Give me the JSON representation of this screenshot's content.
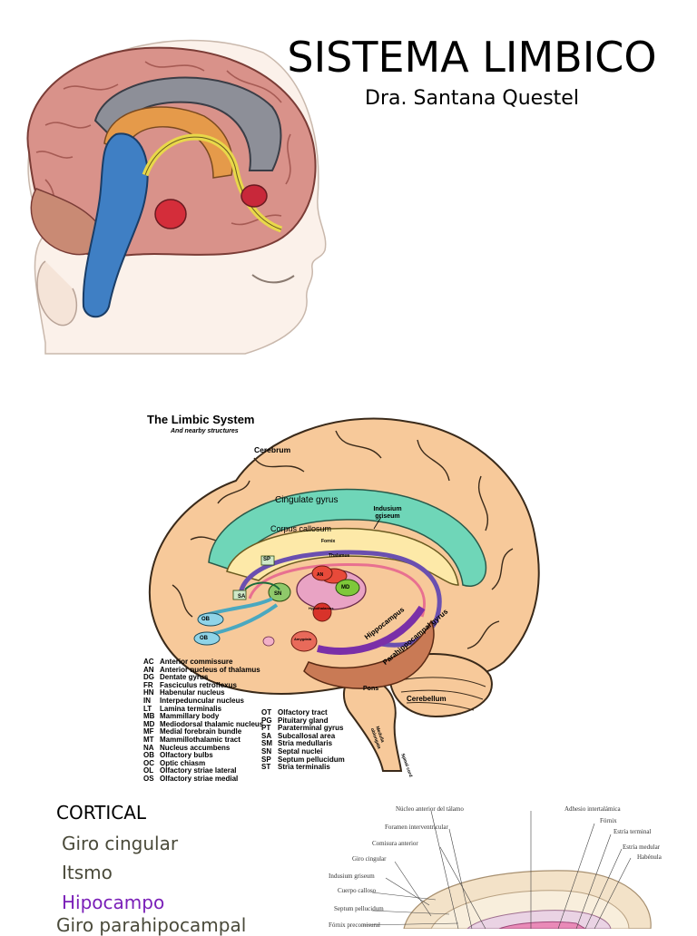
{
  "header": {
    "title": "SISTEMA LIMBICO",
    "subtitle": "Dra. Santana Questel"
  },
  "figure2": {
    "title": "The Limbic System",
    "subtitle": "And nearby structures",
    "labels": {
      "cerebrum": "Cerebrum",
      "cingulate": "Cingulate gyrus",
      "indusium": "Indusium griseum",
      "corpus": "Corpus callosum",
      "fornix": "Fornix",
      "thalamus": "Thalamus",
      "hippocampus": "Hippocampus",
      "parahippocampal": "Parahippocampal gyrus",
      "cerebellum": "Cerebellum",
      "pons": "Pons",
      "medulla": "Medulla oblongata",
      "spinal": "Spinal cord",
      "ob1": "OB",
      "ob2": "OB",
      "sa": "SA",
      "sp": "SP",
      "sn": "SN",
      "md": "MD",
      "an": "AN",
      "amygdala": "Amygdala",
      "hypothalamus": "Hypothalamus"
    },
    "legend_left": [
      {
        "ab": "AC",
        "nm": "Anterior commissure"
      },
      {
        "ab": "AN",
        "nm": "Anterior nucleus of thalamus"
      },
      {
        "ab": "DG",
        "nm": "Dentate gyrus"
      },
      {
        "ab": "FR",
        "nm": "Fasciculus retroflexus"
      },
      {
        "ab": "HN",
        "nm": "Habenular nucleus"
      },
      {
        "ab": "IN",
        "nm": "Interpeduncular nucleus"
      },
      {
        "ab": "LT",
        "nm": "Lamina terminalis"
      },
      {
        "ab": "MB",
        "nm": "Mammillary body"
      },
      {
        "ab": "MD",
        "nm": "Mediodorsal thalamic nucleus"
      },
      {
        "ab": "MF",
        "nm": "Medial forebrain bundle"
      },
      {
        "ab": "MT",
        "nm": "Mammillothalamic tract"
      },
      {
        "ab": "NA",
        "nm": "Nucleus accumbens"
      },
      {
        "ab": "OB",
        "nm": "Olfactory bulbs"
      },
      {
        "ab": "OC",
        "nm": "Optic chiasm"
      },
      {
        "ab": "OL",
        "nm": "Olfactory striae lateral"
      },
      {
        "ab": "OS",
        "nm": "Olfactory striae medial"
      }
    ],
    "legend_right": [
      {
        "ab": "OT",
        "nm": "Olfactory tract"
      },
      {
        "ab": "PG",
        "nm": "Pituitary gland"
      },
      {
        "ab": "PT",
        "nm": "Paraterminal gyrus"
      },
      {
        "ab": "SA",
        "nm": "Subcallosal area"
      },
      {
        "ab": "SM",
        "nm": "Stria medullaris"
      },
      {
        "ab": "SN",
        "nm": "Septal nuclei"
      },
      {
        "ab": "SP",
        "nm": "Septum pellucidum"
      },
      {
        "ab": "ST",
        "nm": "Stria terminalis"
      }
    ]
  },
  "list": {
    "heading": "CORTICAL",
    "items": [
      {
        "text": "Giro cingular",
        "color": "#4a4a3a"
      },
      {
        "text": "Itsmo",
        "color": "#4a4a3a"
      },
      {
        "text": "Hipocampo",
        "color": "#7a1fb8"
      },
      {
        "text": "Giro parahipocampal",
        "color": "#4a4a3a"
      }
    ]
  },
  "figure3": {
    "labels": [
      "Núcleo anterior del tálamo",
      "Adhesio intertalámica",
      "Foramen interventricular",
      "Fórnix",
      "Estría terminal",
      "Comisura anterior",
      "Estría medular",
      "Giro cingular",
      "Habénula",
      "Indusium griseum",
      "Cuerpo calloso",
      "Septum pellucidum",
      "Fórnix precomisural"
    ]
  },
  "colors": {
    "brain": "#f7c99a",
    "brain_outline": "#3a2a1a",
    "cingulate": "#6fd6b8",
    "corpus": "#fde9a8",
    "parahippocampal": "#c97a55",
    "fornix_ring": "#6a4fb0"
  }
}
